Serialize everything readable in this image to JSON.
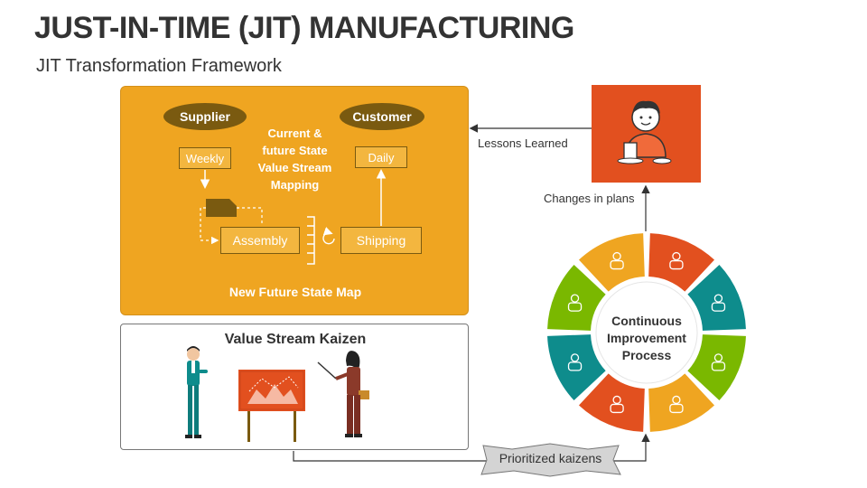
{
  "title": "JUST-IN-TIME (JIT) MANUFACTURING",
  "subtitle": "JIT Transformation Framework",
  "vsm": {
    "supplier": "Supplier",
    "customer": "Customer",
    "weekly": "Weekly",
    "daily": "Daily",
    "center_line1": "Current &",
    "center_line2": "future State",
    "center_line3": "Value Stream",
    "center_line4": "Mapping",
    "assembly": "Assembly",
    "shipping": "Shipping",
    "footer": "New Future State  Map"
  },
  "kaizen": {
    "title": "Value Stream Kaizen"
  },
  "lessons": "Lessons Learned",
  "changes": "Changes in plans",
  "prioritized": "Prioritized kaizens",
  "cycle": {
    "line1": "Continuous",
    "line2": "Improvement",
    "line3": "Process",
    "colors": [
      "#E2501F",
      "#0E8C8C",
      "#7AB800",
      "#EFA521",
      "#E2501F",
      "#0E8C8C",
      "#7AB800",
      "#EFA521"
    ]
  },
  "colors": {
    "orange": "#EFA521",
    "red": "#E2501F",
    "teal": "#0E8C8C",
    "green": "#7AB800",
    "dark": "#333333"
  }
}
